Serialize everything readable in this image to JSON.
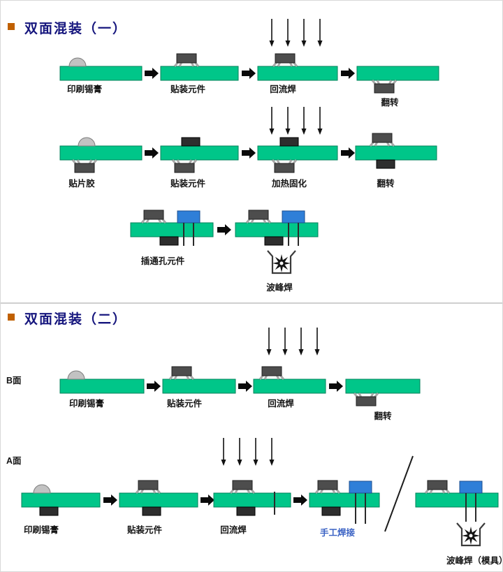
{
  "section1": {
    "title": "双面混装（一）",
    "row1": {
      "step1": "印刷锡膏",
      "step2": "贴装元件",
      "step3": "回流焊",
      "step4": "翻转"
    },
    "row2": {
      "step1": "贴片胶",
      "step2": "贴装元件",
      "step3": "加热固化",
      "step4": "翻转"
    },
    "row3": {
      "step1": "插通孔元件",
      "step2": "波峰焊"
    }
  },
  "section2": {
    "title": "双面混装（二）",
    "side_b": "B面",
    "side_a": "A面",
    "rowB": {
      "step1": "印刷锡膏",
      "step2": "贴装元件",
      "step3": "回流焊",
      "step4": "翻转"
    },
    "rowA": {
      "step1": "印刷锡膏",
      "step2": "贴装元件",
      "step3": "回流焊",
      "step4": "手工焊接",
      "step5": "波峰焊（模具）"
    }
  },
  "colors": {
    "board_green": "#00c689",
    "chip_gray": "#4d4d4d",
    "blue_component": "#2f7fd8",
    "title_navy": "#15157d",
    "bullet_orange": "#c06000",
    "manual_solder_blue": "#3a62c4"
  }
}
